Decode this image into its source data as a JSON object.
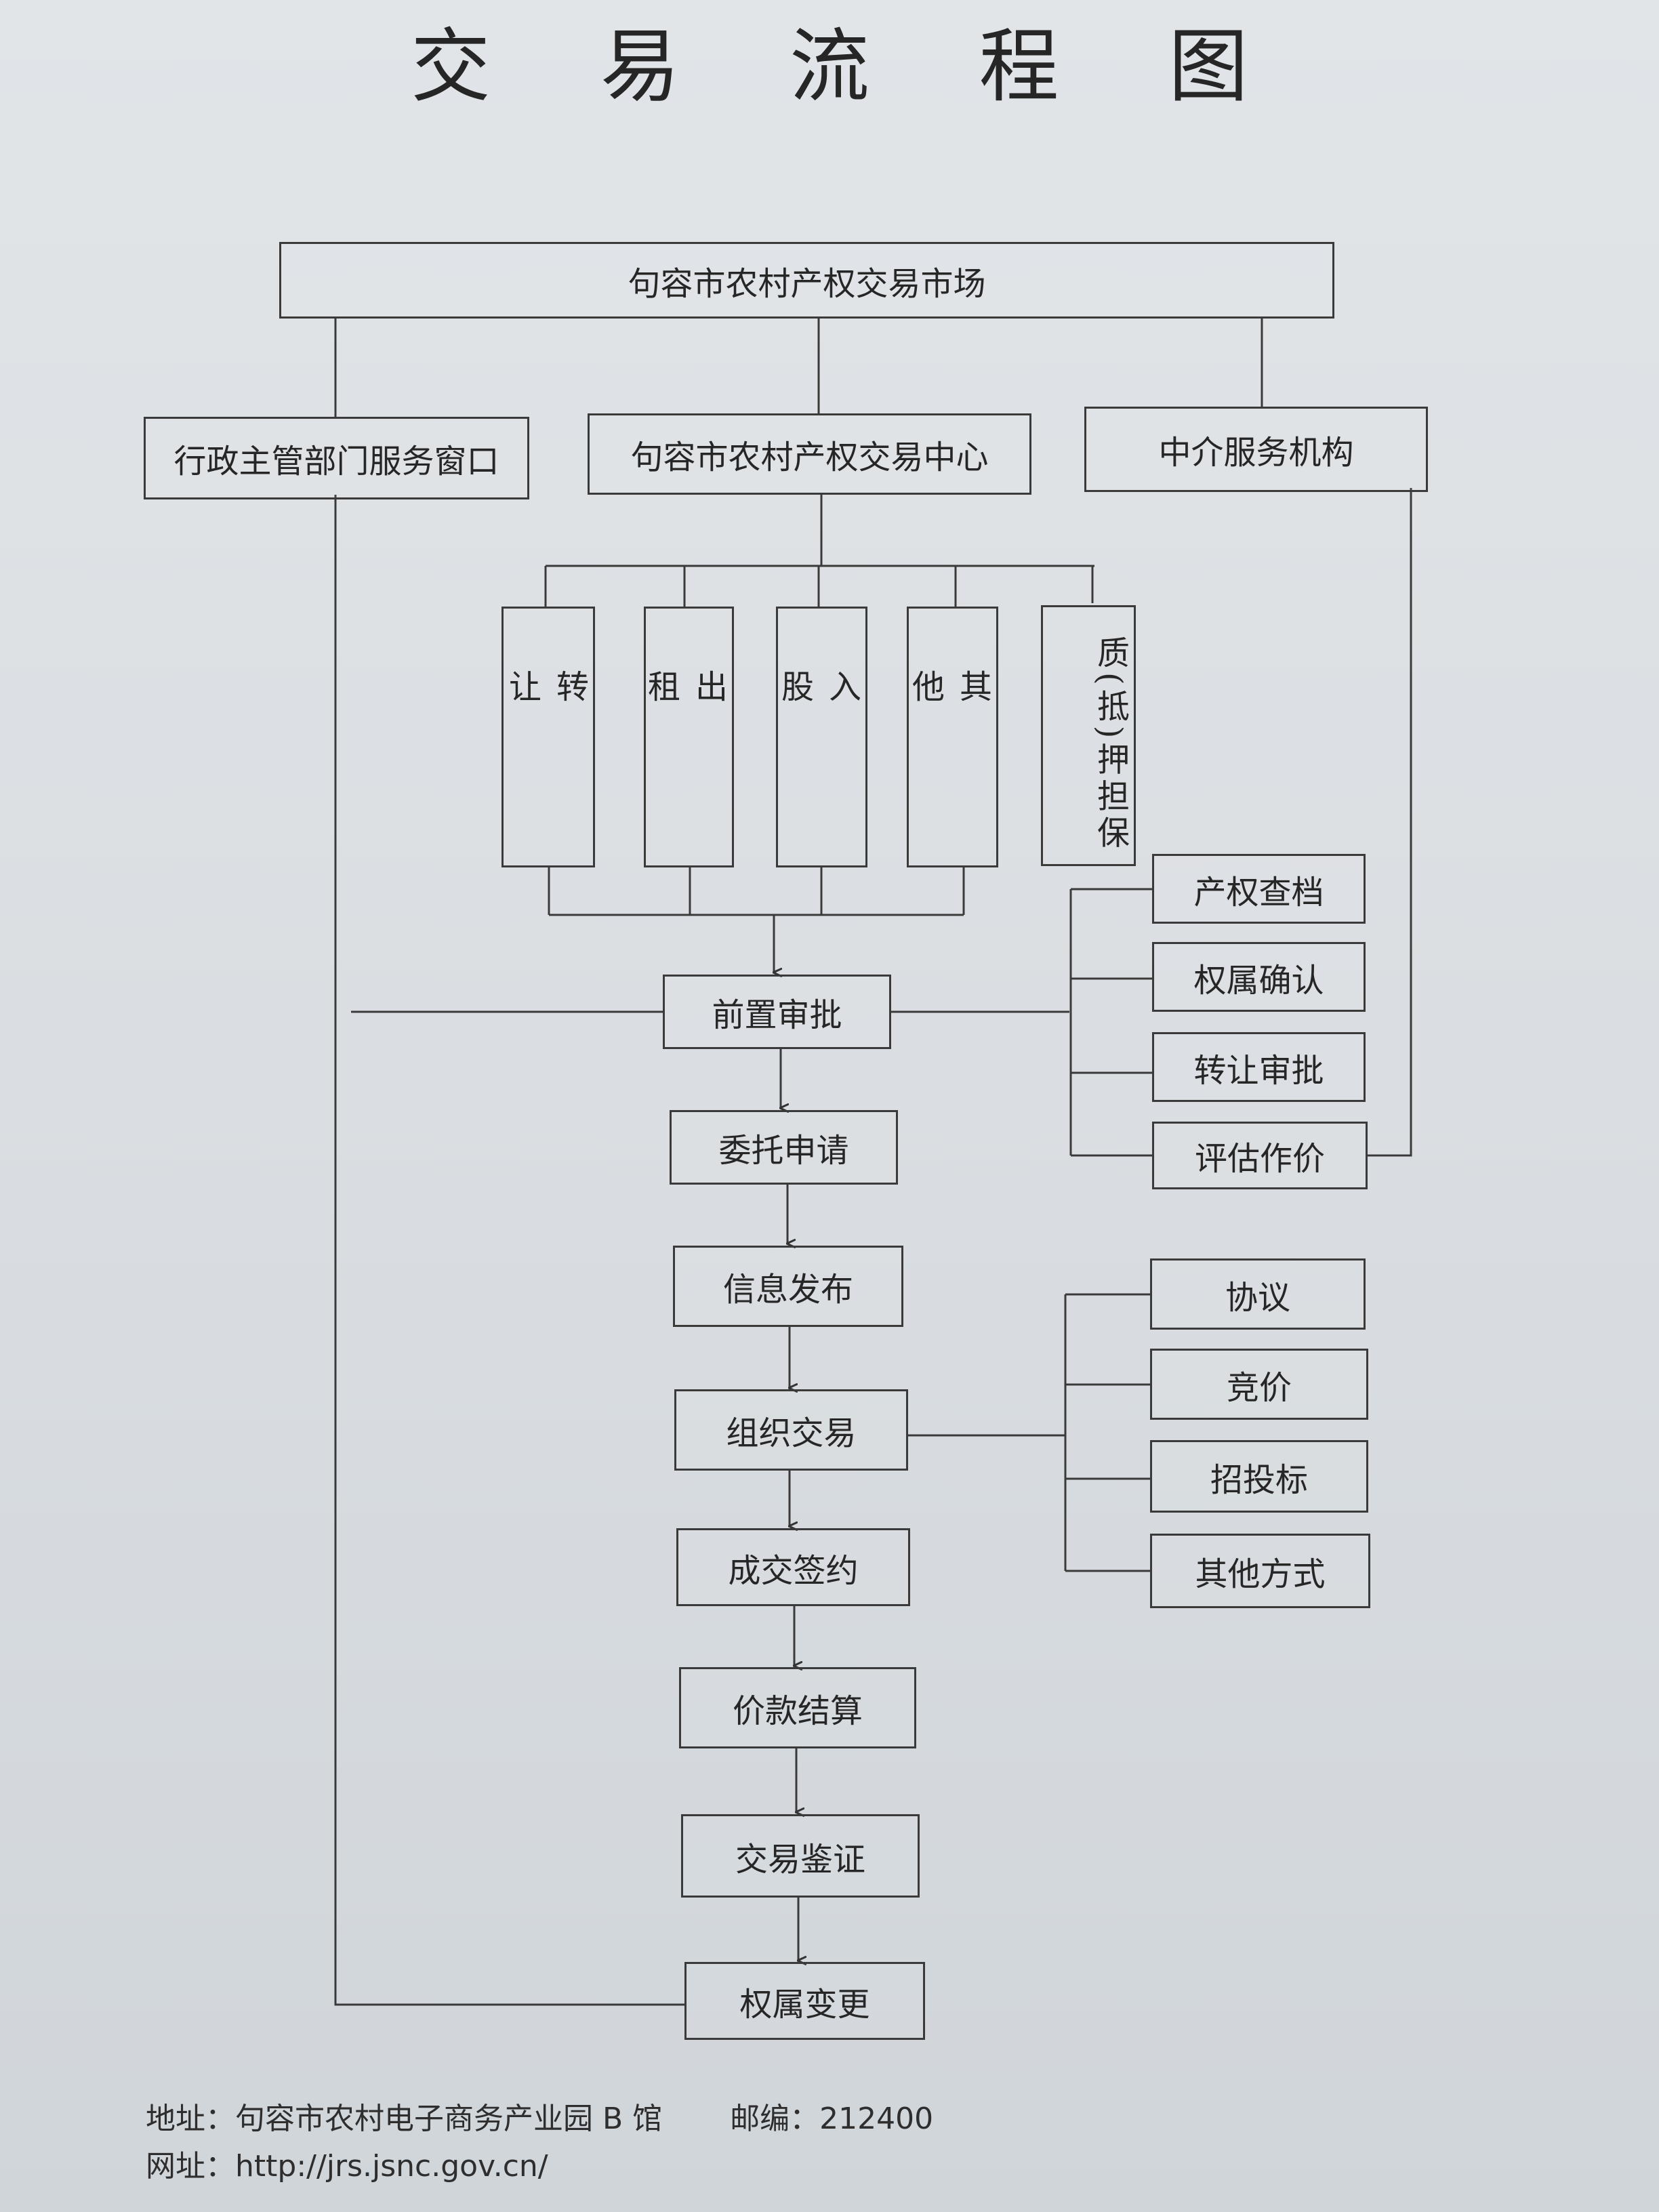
{
  "title": "交 易 流 程 图",
  "nodes": {
    "market": "句容市农村产权交易市场",
    "admin_window": "行政主管部门服务窗口",
    "center": "句容市农村产权交易中心",
    "agency": "中介服务机构",
    "transfer": "转 让",
    "lease": "出 租",
    "share": "入 股",
    "other": "其 他",
    "pledge": "质(抵)押担保",
    "pre_approval": "前置审批",
    "entrust": "委托申请",
    "publish": "信息发布",
    "organize": "组织交易",
    "sign": "成交签约",
    "settle": "价款结算",
    "verify": "交易鉴证",
    "ownership_change": "权属变更"
  },
  "pre_approval_items": [
    "产权查档",
    "权属确认",
    "转让审批",
    "评估作价"
  ],
  "trade_methods": [
    "协议",
    "竞价",
    "招投标",
    "其他方式"
  ],
  "footer": {
    "address_label": "地址：",
    "address": "句容市农村电子商务产业园 B 馆",
    "postcode_label": "邮编：",
    "postcode": "212400",
    "website_label": "网址：",
    "website": "http://jrs.jsnc.gov.cn/"
  }
}
